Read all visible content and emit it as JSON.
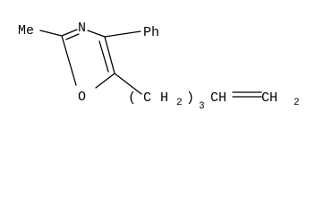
{
  "molecule": {
    "substituent_2": "Me",
    "ring_nitrogen": "N",
    "substituent_4": "Ph",
    "ring_oxygen": "O",
    "chain": {
      "open_paren": "(",
      "ch_c": "C",
      "ch_h": "H",
      "ch_sub": "2",
      "close_paren": ")",
      "repeat_sub": "3",
      "vinyl_ch": "CH",
      "vinyl_ch2_c": "CH",
      "vinyl_ch2_sub": "2"
    }
  }
}
